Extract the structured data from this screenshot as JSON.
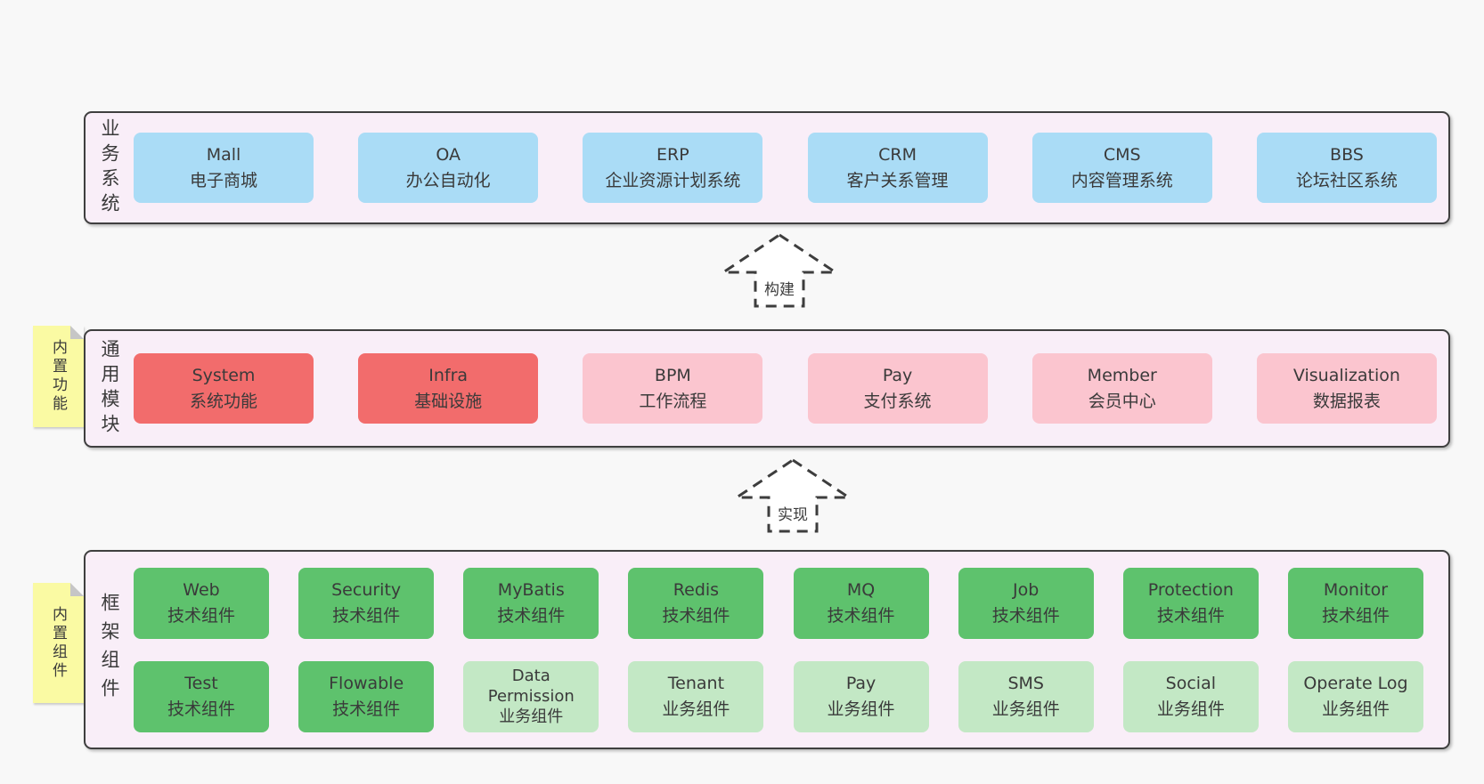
{
  "colors": {
    "page_background": "#f8f8f8",
    "band_fill": "#f9eef8",
    "band_border": "#3f3f3f",
    "business_box": "#aadcf6",
    "core_module_box": "#f26c6c",
    "optional_module_box": "#fbc5cf",
    "tech_component_box": "#5ec26d",
    "biz_component_box": "#c3e8c5",
    "sticky_note": "#fafaa3",
    "text": "#3a3a3a"
  },
  "arrows": {
    "build": {
      "label": "构建"
    },
    "implement": {
      "label": "实现"
    }
  },
  "stickies": {
    "features": {
      "label": "内置功能"
    },
    "components": {
      "label": "内置组件"
    }
  },
  "bands": {
    "business": {
      "label": "业务系统",
      "boxes": [
        {
          "title": "Mall",
          "subtitle": "电子商城"
        },
        {
          "title": "OA",
          "subtitle": "办公自动化"
        },
        {
          "title": "ERP",
          "subtitle": "企业资源计划系统"
        },
        {
          "title": "CRM",
          "subtitle": "客户关系管理"
        },
        {
          "title": "CMS",
          "subtitle": "内容管理系统"
        },
        {
          "title": "BBS",
          "subtitle": "论坛社区系统"
        }
      ]
    },
    "modules": {
      "label": "通用模块",
      "boxes": [
        {
          "title": "System",
          "subtitle": "系统功能"
        },
        {
          "title": "Infra",
          "subtitle": "基础设施"
        },
        {
          "title": "BPM",
          "subtitle": "工作流程"
        },
        {
          "title": "Pay",
          "subtitle": "支付系统"
        },
        {
          "title": "Member",
          "subtitle": "会员中心"
        },
        {
          "title": "Visualization",
          "subtitle": "数据报表"
        }
      ]
    },
    "components": {
      "label": "框架组件",
      "rows": [
        [
          {
            "title": "Web",
            "subtitle": "技术组件"
          },
          {
            "title": "Security",
            "subtitle": "技术组件"
          },
          {
            "title": "MyBatis",
            "subtitle": "技术组件"
          },
          {
            "title": "Redis",
            "subtitle": "技术组件"
          },
          {
            "title": "MQ",
            "subtitle": "技术组件"
          },
          {
            "title": "Job",
            "subtitle": "技术组件"
          },
          {
            "title": "Protection",
            "subtitle": "技术组件"
          },
          {
            "title": "Monitor",
            "subtitle": "技术组件"
          }
        ],
        [
          {
            "title": "Test",
            "subtitle": "技术组件"
          },
          {
            "title": "Flowable",
            "subtitle": "技术组件"
          },
          {
            "title": "Data\nPermission",
            "subtitle": "业务组件"
          },
          {
            "title": "Tenant",
            "subtitle": "业务组件"
          },
          {
            "title": "Pay",
            "subtitle": "业务组件"
          },
          {
            "title": "SMS",
            "subtitle": "业务组件"
          },
          {
            "title": "Social",
            "subtitle": "业务组件"
          },
          {
            "title": "Operate Log",
            "subtitle": "业务组件"
          }
        ]
      ]
    }
  }
}
